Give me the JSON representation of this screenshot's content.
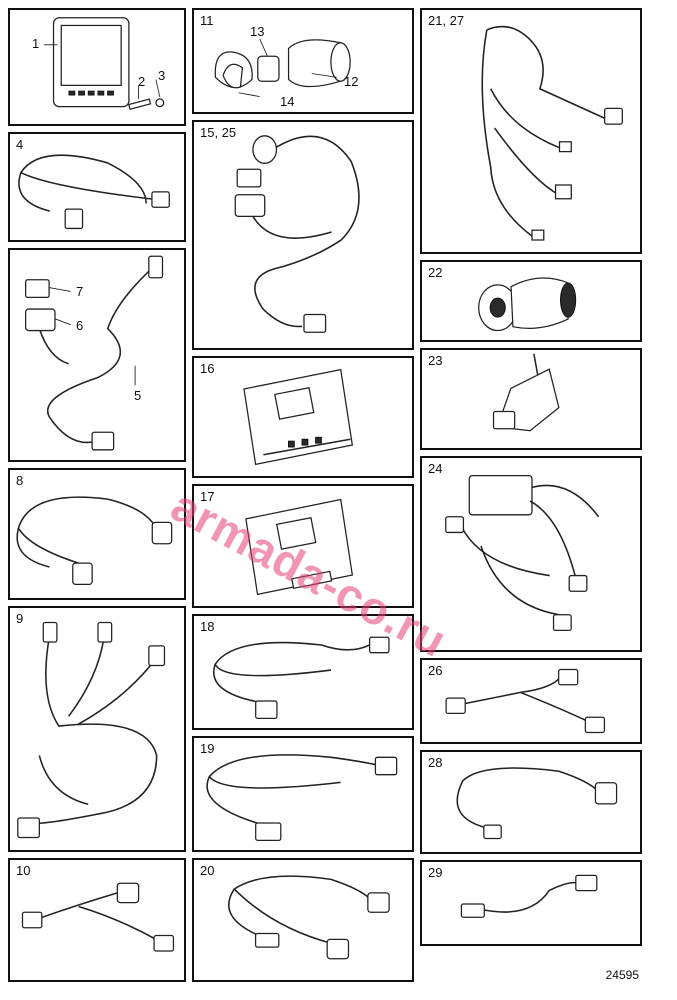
{
  "panels": {
    "p1": {
      "label": "",
      "callouts": [
        "1",
        "2",
        "3"
      ]
    },
    "p11": {
      "label": "11",
      "callouts": [
        "13",
        "12",
        "14"
      ]
    },
    "p21": {
      "label": "21, 27"
    },
    "p4": {
      "label": "4"
    },
    "p15": {
      "label": "15, 25"
    },
    "p5": {
      "label": "",
      "callouts": [
        "7",
        "6",
        "5"
      ]
    },
    "p22": {
      "label": "22"
    },
    "p23": {
      "label": "23"
    },
    "p16": {
      "label": "16"
    },
    "p8": {
      "label": "8"
    },
    "p24": {
      "label": "24"
    },
    "p17": {
      "label": "17"
    },
    "p9": {
      "label": "9"
    },
    "p18": {
      "label": "18"
    },
    "p26": {
      "label": "26"
    },
    "p19": {
      "label": "19"
    },
    "p28": {
      "label": "28"
    },
    "p10": {
      "label": "10"
    },
    "p20": {
      "label": "20"
    },
    "p29": {
      "label": "29"
    }
  },
  "figure_id": "24595",
  "watermark": "armada-co.ru"
}
